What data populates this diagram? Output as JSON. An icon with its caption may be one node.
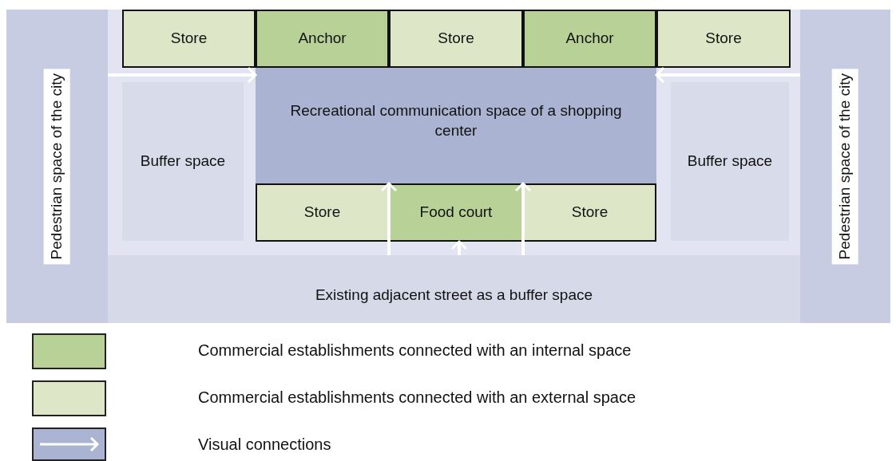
{
  "diagram": {
    "nodes": [
      {
        "text": [
          "Pedestrian space of the city"
        ]
      },
      {
        "text": [
          "Store"
        ]
      },
      {
        "text": [
          "Anchor"
        ]
      },
      {
        "text": [
          "Store"
        ]
      },
      {
        "text": [
          "Anchor"
        ]
      },
      {
        "text": [
          "Store"
        ]
      },
      {
        "text": [
          "Buffer space"
        ]
      },
      {
        "text": [
          "Recreational communication space of a shopping center"
        ]
      },
      {
        "text": [
          "Buffer space"
        ]
      },
      {
        "text": [
          "Store"
        ]
      },
      {
        "text": [
          "Food court"
        ]
      },
      {
        "text": [
          "Store"
        ]
      },
      {
        "text": [
          "Existing adjacent street as a buffer space"
        ]
      },
      {
        "text": [
          "Pedestrian space of the city"
        ]
      }
    ],
    "edges": [
      {
        "from": 0,
        "to": 7,
        "arrow": "to"
      },
      {
        "from": 13,
        "to": 7,
        "arrow": "to"
      },
      {
        "from": 12,
        "to": 7,
        "arrow": "to"
      },
      {
        "from": 12,
        "to": 10,
        "arrow": "to"
      },
      {
        "from": 12,
        "to": 7,
        "arrow": "to"
      }
    ],
    "legend": [
      {
        "text": "Commercial establishments connected with an internal space",
        "color": "#b7d196"
      },
      {
        "text": "Commercial establishments connected with an external space",
        "color": "#dde7c8"
      },
      {
        "text": "Visual connections"
      }
    ]
  }
}
